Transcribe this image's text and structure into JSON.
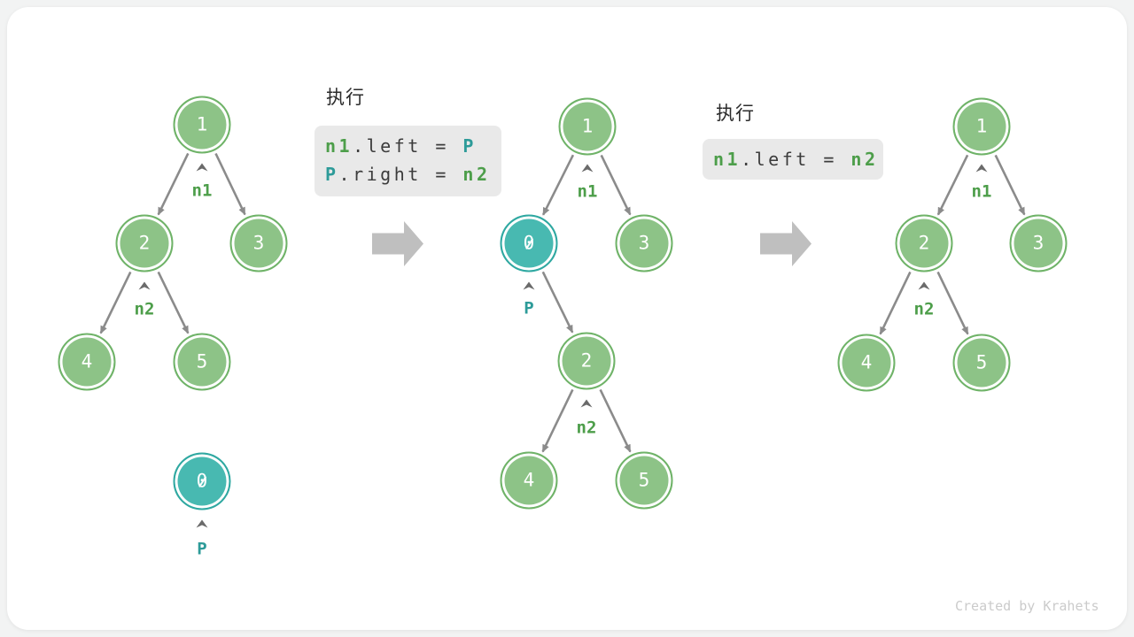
{
  "colors": {
    "node_green_fill": "#8dc387",
    "node_green_border": "#6fb368",
    "node_teal_fill": "#48b9b1",
    "node_teal_border": "#2fa8a1",
    "label_green": "#4d9e4a",
    "label_teal": "#2d9b99",
    "code_text": "#3c3c3c",
    "code_background": "#e9e9e9",
    "tree_edge": "#8b8b8b",
    "block_arrow": "#bfbfbf",
    "footer_text": "#cbcbcb",
    "card_background": "#ffffff",
    "page_background": "#f2f3f3"
  },
  "steps": [
    {
      "title": "执行",
      "lines": [
        [
          {
            "text": "n1"
          },
          {
            "text": ".left = "
          },
          {
            "text": "P"
          }
        ],
        [
          {
            "text": "P"
          },
          {
            "text": ".right = "
          },
          {
            "text": "n2"
          }
        ]
      ]
    },
    {
      "title": "执行",
      "lines": [
        [
          {
            "text": "n1"
          },
          {
            "text": ".left = "
          },
          {
            "text": "n2"
          }
        ]
      ]
    }
  ],
  "trees": [
    {
      "nodes": [
        {
          "value": "1"
        },
        {
          "value": "2"
        },
        {
          "value": "3"
        },
        {
          "value": "4"
        },
        {
          "value": "5"
        },
        {
          "value": "0"
        }
      ],
      "labels": [
        {
          "text": "n1"
        },
        {
          "text": "n2"
        },
        {
          "text": "P"
        }
      ]
    },
    {
      "nodes": [
        {
          "value": "1"
        },
        {
          "value": "0"
        },
        {
          "value": "3"
        },
        {
          "value": "2"
        },
        {
          "value": "4"
        },
        {
          "value": "5"
        }
      ],
      "labels": [
        {
          "text": "n1"
        },
        {
          "text": "P"
        },
        {
          "text": "n2"
        }
      ]
    },
    {
      "nodes": [
        {
          "value": "1"
        },
        {
          "value": "2"
        },
        {
          "value": "3"
        },
        {
          "value": "4"
        },
        {
          "value": "5"
        }
      ],
      "labels": [
        {
          "text": "n1"
        },
        {
          "text": "n2"
        }
      ]
    }
  ],
  "footer": {
    "credit": "Created by Krahets"
  }
}
